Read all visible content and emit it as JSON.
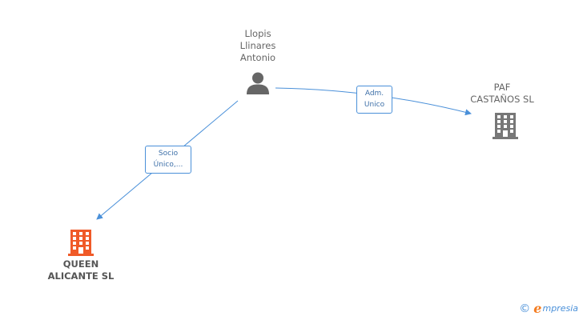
{
  "diagram": {
    "nodes": {
      "person": {
        "label": "Llopis\nLlinares\nAntonio",
        "icon": "person-icon",
        "color": "#666666"
      },
      "paf": {
        "label": "PAF\nCASTAÑOS SL",
        "icon": "building-icon",
        "color": "#777777"
      },
      "queen": {
        "label": "QUEEN\nALICANTE SL",
        "icon": "building-icon",
        "color": "#f05a28"
      }
    },
    "edges": {
      "adm": {
        "label": "Adm.\nUnico",
        "from": "person",
        "to": "paf"
      },
      "socio": {
        "label": "Socio\nÚnico,...",
        "from": "person",
        "to": "queen"
      }
    },
    "edge_color": "#4a90d9"
  },
  "footer": {
    "copyright": "©",
    "logo_letter": "e",
    "brand": "mpresia"
  }
}
